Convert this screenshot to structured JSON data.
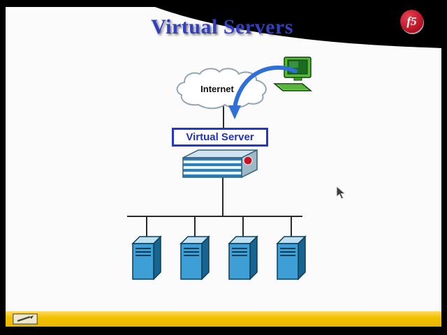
{
  "slide": {
    "title": "Virtual Servers",
    "logo_text": "f5",
    "diagram": {
      "internet_label": "Internet",
      "virtual_server_label": "Virtual Server",
      "server_count": 4
    },
    "colors": {
      "title_blue": "#3240c0",
      "f5_red": "#c41425",
      "virtual_server_box_blue": "#2438c8",
      "server_front_blue": "#3d9fd6",
      "arrow_blue": "#2e6fd8",
      "computer_green": "#52bd31",
      "bottom_bar_yellow": "#f2c100"
    }
  }
}
